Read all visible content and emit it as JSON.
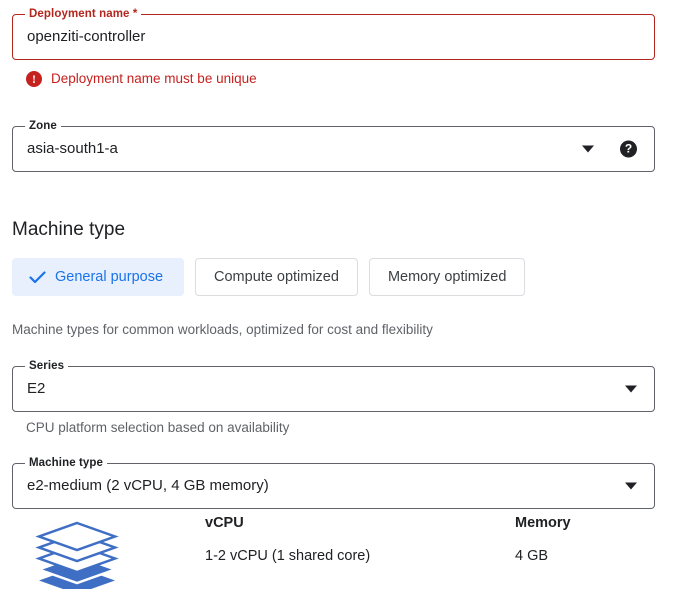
{
  "form": {
    "deployment_name": {
      "label": "Deployment name",
      "required_marker": "*",
      "value": "openziti-controller",
      "error_icon": "error-exclamation-icon",
      "error_message": "Deployment name must be unique",
      "error_color": "#c5221f"
    },
    "zone": {
      "label": "Zone",
      "value": "asia-south1-a",
      "caret_icon": "chevron-down-icon",
      "help_icon": "help-question-icon"
    }
  },
  "machine_type_section": {
    "heading": "Machine type",
    "tabs": [
      {
        "label": "General purpose",
        "active": true,
        "check_icon": "check-icon"
      },
      {
        "label": "Compute optimized",
        "active": false
      },
      {
        "label": "Memory optimized",
        "active": false
      }
    ],
    "tabs_helper": "Machine types for common workloads, optimized for cost and flexibility",
    "series": {
      "label": "Series",
      "value": "E2",
      "caret_icon": "chevron-down-icon",
      "helper": "CPU platform selection based on availability"
    },
    "machine_type": {
      "label": "Machine type",
      "value": "e2-medium (2 vCPU, 4 GB memory)",
      "caret_icon": "chevron-down-icon"
    },
    "spec": {
      "icon": "stacked-layers-icon",
      "vcpu_label": "vCPU",
      "vcpu_value": "1-2 vCPU (1 shared core)",
      "memory_label": "Memory",
      "memory_value": "4 GB"
    }
  },
  "colors": {
    "accent_blue": "#1a73e8",
    "accent_blue_bg": "#e8f0fe",
    "error_red": "#c5221f",
    "error_border": "#b3261e",
    "text_primary": "#202124",
    "text_secondary": "#5f6368",
    "border_grey": "#5f6368",
    "tab_border": "#dadce0",
    "stack_icon_blue": "#3f6fc4"
  }
}
